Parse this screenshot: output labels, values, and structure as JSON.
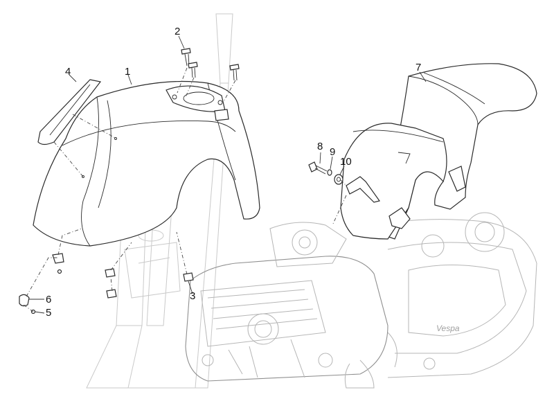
{
  "callouts": [
    {
      "id": "1",
      "label": "1"
    },
    {
      "id": "2",
      "label": "2"
    },
    {
      "id": "3",
      "label": "3"
    },
    {
      "id": "4",
      "label": "4"
    },
    {
      "id": "5",
      "label": "5"
    },
    {
      "id": "6",
      "label": "6"
    },
    {
      "id": "7",
      "label": "7"
    },
    {
      "id": "8",
      "label": "8"
    },
    {
      "id": "9",
      "label": "9"
    },
    {
      "id": "10",
      "label": "10"
    }
  ],
  "engine_badge": "Vespa",
  "colors": {
    "line": "#2a2a2a",
    "faint": "#c9c9c9",
    "background": "#ffffff"
  }
}
